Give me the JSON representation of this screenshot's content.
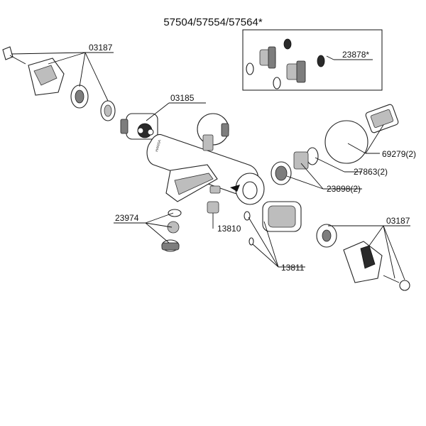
{
  "diagram": {
    "title": "57504/57554/57564*",
    "labels": {
      "p03187_top": "03187",
      "p03185": "03185",
      "p23878": "23878*",
      "p69279": "69279(2)",
      "p27863": "27863(2)",
      "p23898": "23898(2)",
      "p23974": "23974",
      "p13810": "13810",
      "p03187_right": "03187",
      "p13811": "13811"
    }
  }
}
